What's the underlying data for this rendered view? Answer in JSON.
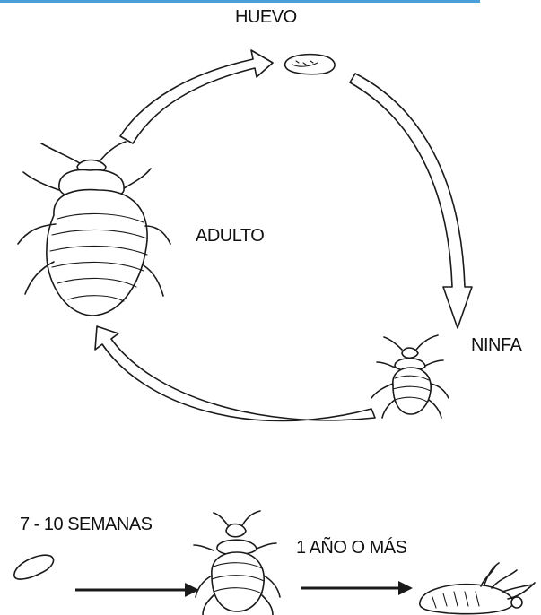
{
  "accent_color": "#4a9fd8",
  "cycle": {
    "egg_label": "HUEVO",
    "adult_label": "ADULTO",
    "nymph_label": "NINFA"
  },
  "timeline": {
    "stage1_label": "7 - 10 SEMANAS",
    "stage2_label": "1 AÑO O MÁS"
  },
  "icons": [
    "egg-icon",
    "bedbug-adult-icon",
    "bedbug-nymph-icon",
    "dead-bedbug-icon"
  ]
}
